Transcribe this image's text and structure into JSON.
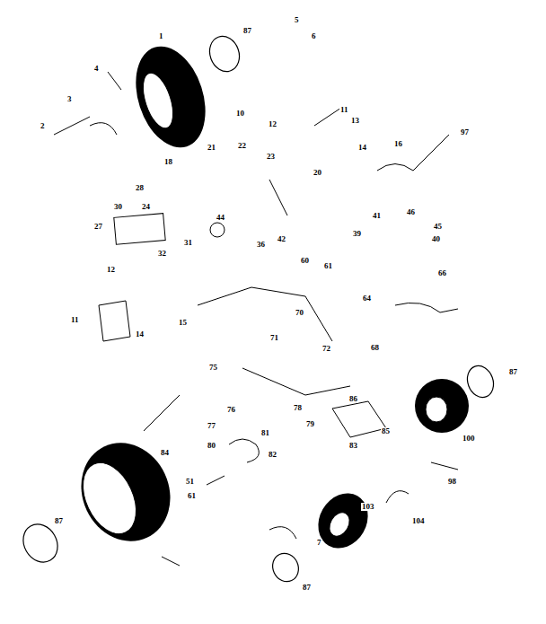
{
  "diagram": {
    "labels": [
      "1",
      "87",
      "5",
      "6",
      "4",
      "3",
      "2",
      "10",
      "11",
      "12",
      "13",
      "14",
      "16",
      "97",
      "18",
      "20",
      "21",
      "22",
      "23",
      "24",
      "27",
      "28",
      "30",
      "31",
      "32",
      "36",
      "39",
      "40",
      "41",
      "42",
      "44",
      "45",
      "46",
      "60",
      "61",
      "64",
      "66",
      "12",
      "11",
      "14",
      "15",
      "71",
      "68",
      "70",
      "72",
      "75",
      "76",
      "77",
      "78",
      "79",
      "80",
      "81",
      "82",
      "83",
      "85",
      "86",
      "87",
      "100",
      "98",
      "104",
      "103",
      "84",
      "51",
      "61",
      "87",
      "87",
      "7"
    ]
  }
}
